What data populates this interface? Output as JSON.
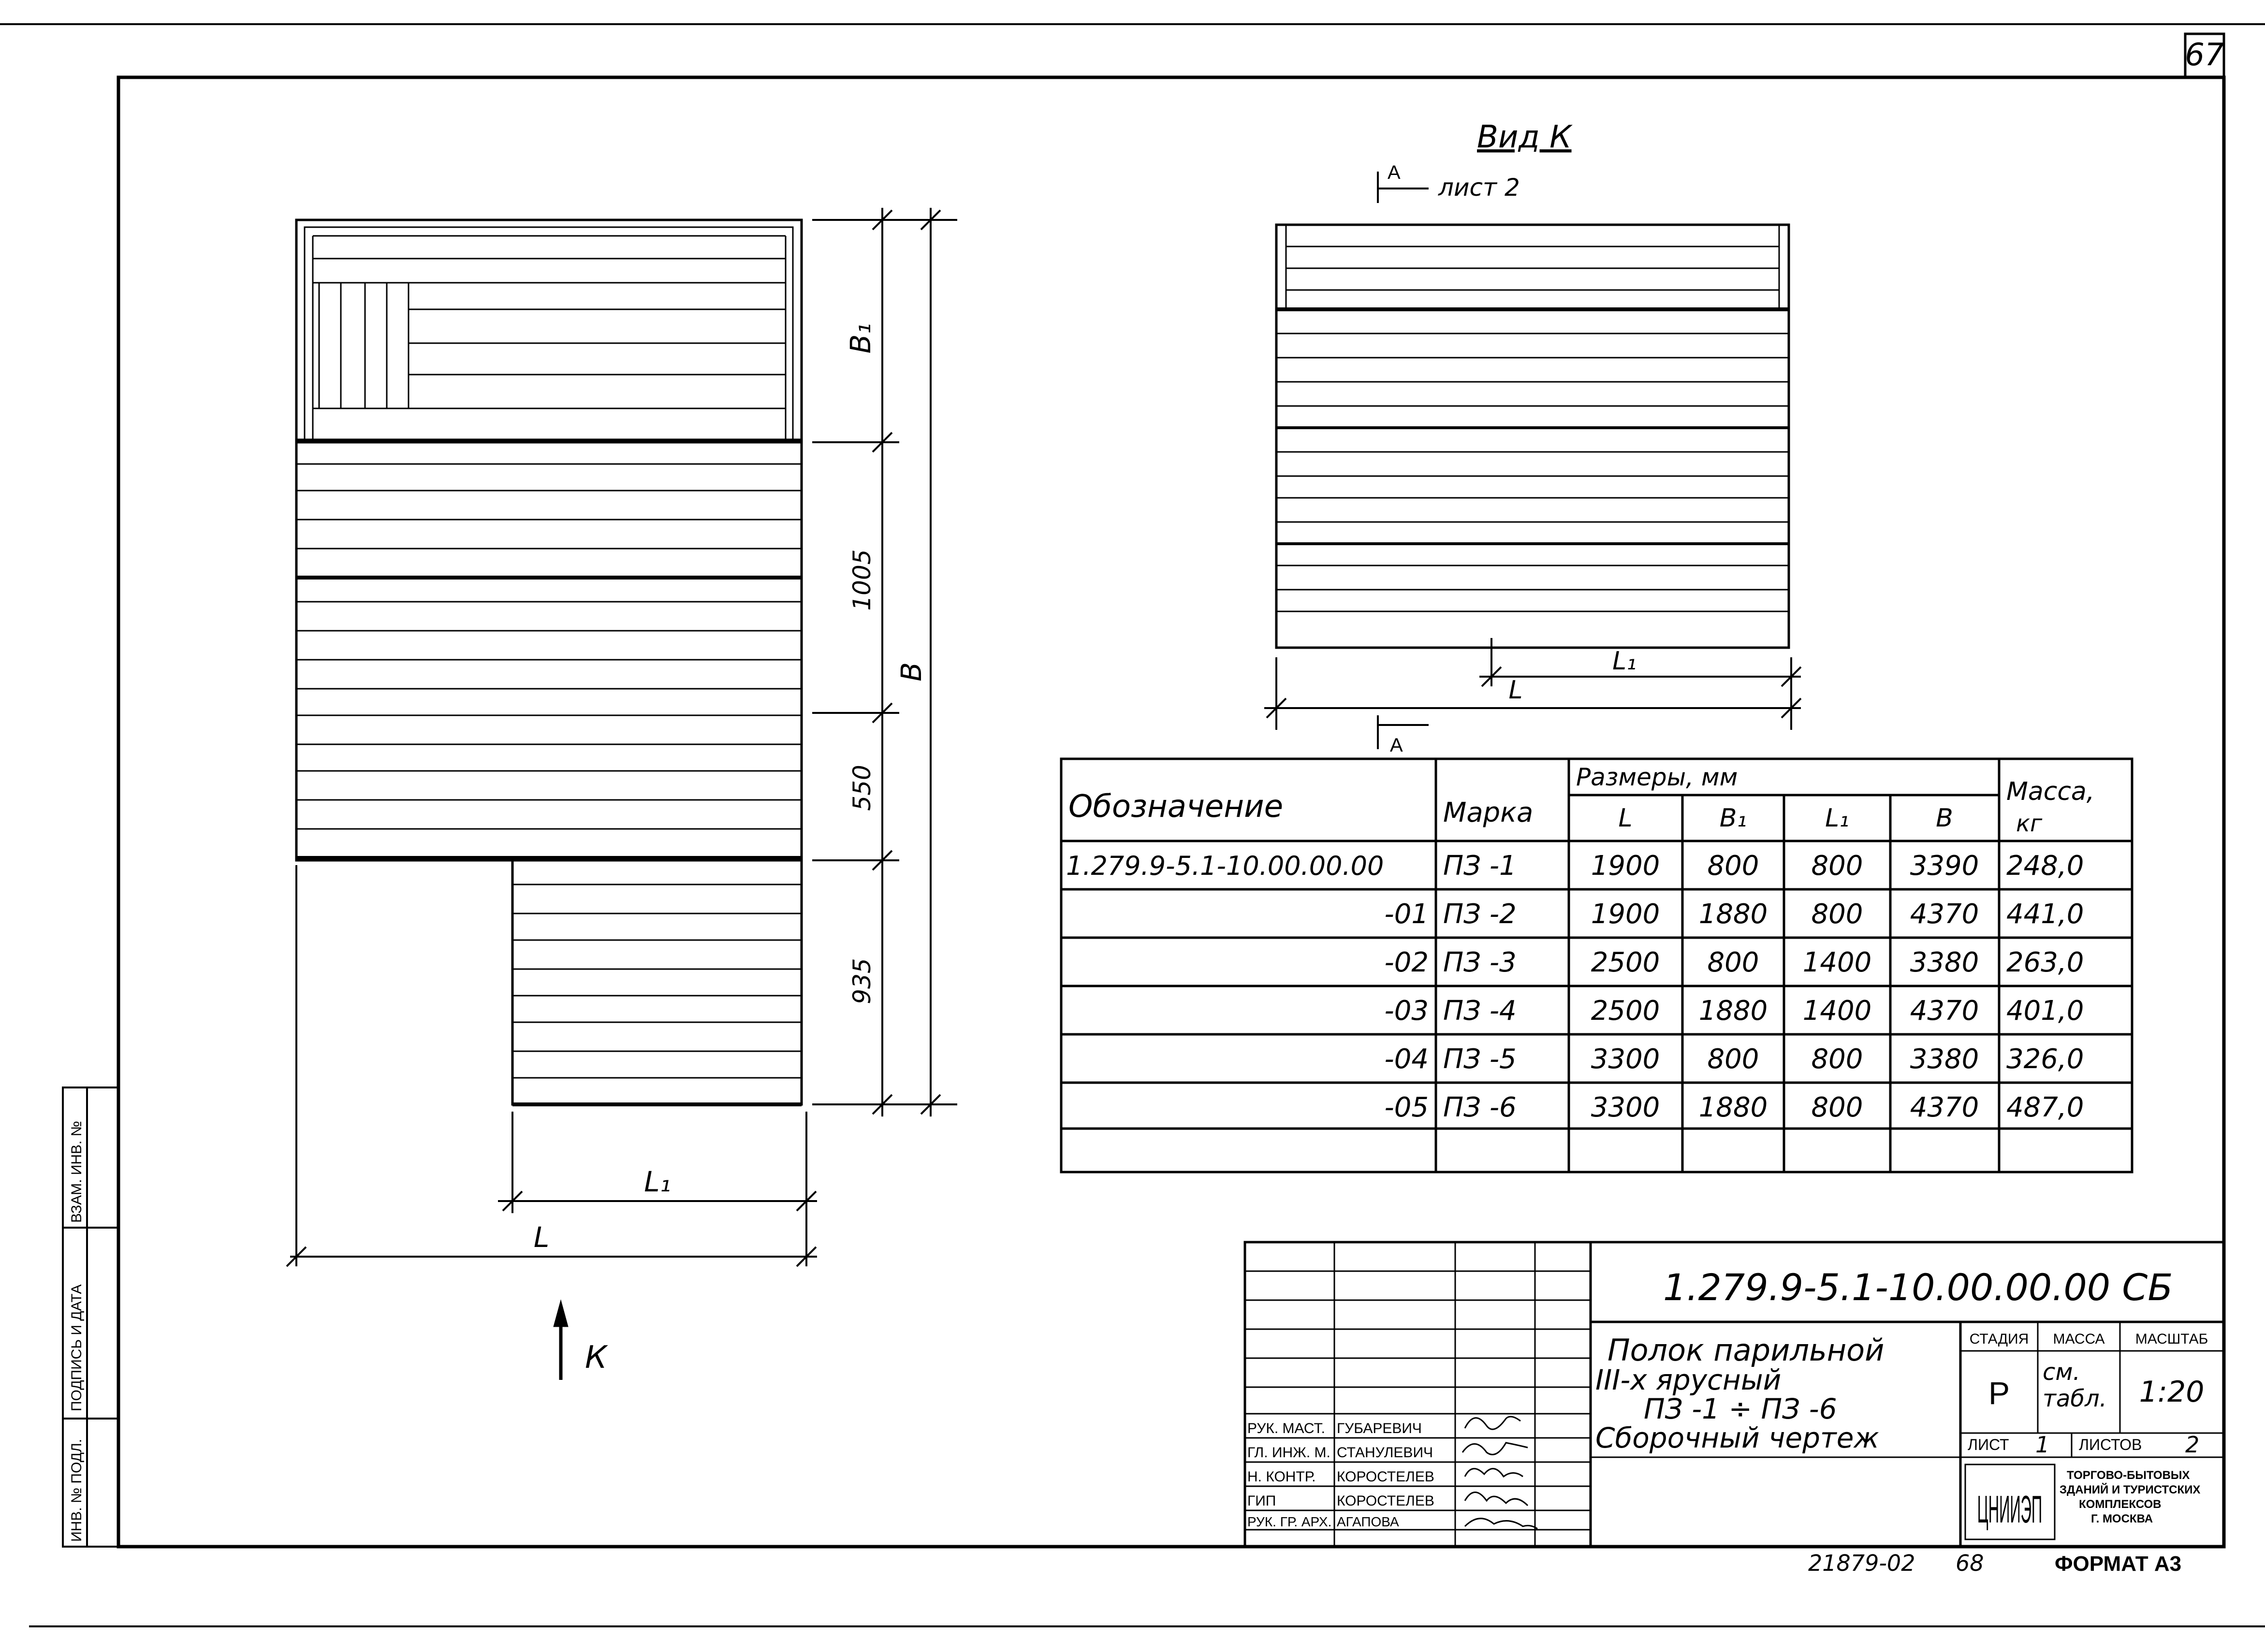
{
  "sheet_number": "67",
  "view_title": "Вид К",
  "section_ref": {
    "letter": "A",
    "sheet": "лист 2",
    "letter_bottom": "A"
  },
  "view_arrow_label": "К",
  "dimensions_plan": {
    "B1": "B₁",
    "d1005": "1005",
    "d550": "550",
    "d935": "935",
    "B": "B",
    "L1": "L₁",
    "L": "L"
  },
  "dimensions_view": {
    "L1": "L₁",
    "L": "L"
  },
  "spec_table": {
    "headers": {
      "designation": "Обозначение",
      "mark": "Марка",
      "sizes": "Размеры, мм",
      "L": "L",
      "B1": "B₁",
      "L1": "L₁",
      "B": "B",
      "mass": "Масса,",
      "mass_unit": "кг"
    },
    "rows": [
      {
        "designation": "1.279.9-5.1-10.00.00.00",
        "mark": "ПЗ -1",
        "L": "1900",
        "B1": "800",
        "L1": "800",
        "B": "3390",
        "mass": "248,0"
      },
      {
        "designation": "-01",
        "mark": "ПЗ -2",
        "L": "1900",
        "B1": "1880",
        "L1": "800",
        "B": "4370",
        "mass": "441,0"
      },
      {
        "designation": "-02",
        "mark": "ПЗ -3",
        "L": "2500",
        "B1": "800",
        "L1": "1400",
        "B": "3380",
        "mass": "263,0"
      },
      {
        "designation": "-03",
        "mark": "ПЗ -4",
        "L": "2500",
        "B1": "1880",
        "L1": "1400",
        "B": "4370",
        "mass": "401,0"
      },
      {
        "designation": "-04",
        "mark": "ПЗ -5",
        "L": "3300",
        "B1": "800",
        "L1": "800",
        "B": "3380",
        "mass": "326,0"
      },
      {
        "designation": "-05",
        "mark": "ПЗ -6",
        "L": "3300",
        "B1": "1880",
        "L1": "800",
        "B": "4370",
        "mass": "487,0"
      }
    ]
  },
  "title_block": {
    "doc_code": "1.279.9-5.1-10.00.00.00 СБ",
    "title_lines": [
      "Полок парильной",
      "III-х ярусный",
      "ПЗ -1 ÷ ПЗ -6",
      "Сборочный чертеж"
    ],
    "stage_label": "СТАДИЯ",
    "stage_value": "Р",
    "mass_label": "МАССА",
    "mass_value_1": "см.",
    "mass_value_2": "табл.",
    "scale_label": "МАСШТАБ",
    "scale_value": "1:20",
    "sheet_label": "ЛИСТ",
    "sheet_value": "1",
    "sheets_label": "ЛИСТОВ",
    "sheets_value": "2",
    "org_logo": "ЦНИИЭП",
    "org_lines": [
      "ТОРГОВО-БЫТОВЫХ",
      "ЗДАНИЙ И ТУРИСТСКИХ",
      "КОМПЛЕКСОВ",
      "Г. МОСКВА"
    ],
    "signatures": [
      {
        "role": "РУК. МАСТ.",
        "name": "ГУБАРЕВИЧ"
      },
      {
        "role": "ГЛ. ИНЖ. М.",
        "name": "СТАНУЛЕВИЧ"
      },
      {
        "role": "Н. КОНТР.",
        "name": "КОРОСТЕЛЕВ"
      },
      {
        "role": "ГИП",
        "name": "КОРОСТЕЛЕВ"
      },
      {
        "role": "РУК. ГР. АРХ.",
        "name": "АГАПОВА"
      }
    ]
  },
  "side_stamp": [
    "ИНВ. № ПОДЛ.",
    "ПОДПИСЬ И ДАТА",
    "ВЗАМ. ИНВ. №"
  ],
  "footer": {
    "archive": "21879-02",
    "page": "68",
    "format": "ФОРМАТ А3"
  }
}
